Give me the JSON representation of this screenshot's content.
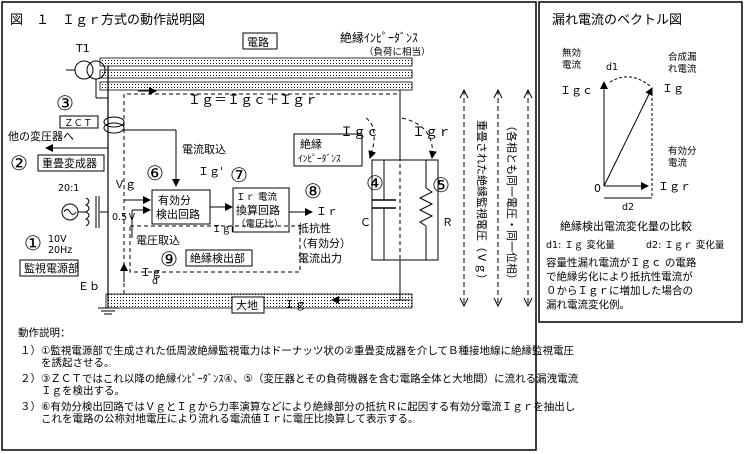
{
  "figure": {
    "title": "図　１　Ｉｇｒ方式の動作説明図",
    "labels": {
      "circuit": "電路",
      "insulation_impedance": "絶縁ｲﾝﾋﾟｰﾀﾞﾝｽ",
      "load_equiv": "（負荷に相当）",
      "t1": "T1",
      "zct": "ＺＣＴ",
      "to_other_transformer": "他の変圧器へ",
      "overlap_transformer": "重畳変成器",
      "ratio": "20:1",
      "vg": "Ｖｇ",
      "v05": "0.5Ｖ",
      "current_take": "電流取込",
      "ig_prime": "Ｉｇ'",
      "ig_dprime": "Ｉｇr'",
      "active_detect_line1": "有効分",
      "active_detect_line2": "検出回路",
      "ir_conv_line1": "Ｉｒ 電流",
      "ir_conv_line2": "換算回路",
      "ir_conv_line3": "（電圧比）",
      "ir": "Ｉｒ",
      "res_line1": "抵抗性",
      "res_line2": "（有効分）",
      "res_line3": "電流出力",
      "voltage_take": "電圧取込",
      "insul_detect": "絶縁検出部",
      "ig_eq": "Ｉｇ＝Ｉｇｃ＋Ｉｇｒ",
      "igc": "Ｉｇｃ",
      "igr": "Ｉｇｒ",
      "insul_box_line1": "絶縁",
      "insul_box_line2": "ｲﾝﾋﾟｰﾀﾞﾝｽ",
      "c": "Ｃ",
      "r": "Ｒ",
      "v10": "10V",
      "hz20": "20Hz",
      "monitor_power": "監視電源部",
      "eb": "Ｅｂ",
      "igd": "Ｉｇ",
      "d_sub": "d",
      "earth": "大地",
      "ig_earth": "Ｉｇ",
      "vert_line1": "重畳された絶縁監視電圧（Ｖｇ）",
      "vert_line2": "（各相とも同一電圧・同一位相）",
      "n1": "①",
      "n2": "②",
      "n3": "③",
      "n4": "④",
      "n5": "⑤",
      "n6": "⑥",
      "n7": "⑦",
      "n8": "⑧",
      "n9": "⑨"
    },
    "explanation": {
      "heading": "動作説明：",
      "lines": [
        "１）①監視電源部で生成された低周波絶縁監視電力はドーナッツ状の②重畳変成器を介してＢ種接地線に絶縁監視電圧",
        "　　を誘起させる。",
        "２）③ＺＣＴではこれ以降の絶縁ｲﾝﾋﾟｰﾀﾞﾝｽ④、⑤（変圧器とその負荷機器を含む電路全体と大地間）に流れる漏洩電流",
        "　　Ｉｇを検出する。",
        "３）⑥有効分検出回路ではＶｇとＩｇから力率演算などにより絶縁部分の抵抗Ｒに起因する有効分電流Ｉｇｒを抽出し",
        "　　これを電路の公称対地電圧により流れる電流値Ｉｒに電圧比換算して表示する。"
      ]
    }
  },
  "vector": {
    "title": "漏れ電流のベクトル図",
    "reactive_line1": "無効",
    "reactive_line2": "電流",
    "combined_line1": "合成漏",
    "combined_line2": "れ電流",
    "igc": "Ｉｇｃ",
    "ig": "Ｉｇ",
    "d1": "d1",
    "active_line1": "有効分",
    "active_line2": "電流",
    "origin": "0",
    "d2": "d2",
    "igr": "Ｉｇｒ",
    "change_title": "絶縁検出電流変化量の比較",
    "legend_d1": "d1:  Ｉｇ 変化量",
    "legend_d2": "d2:  Ｉｇｒ 変化量",
    "note_lines": [
      "容量性漏れ電流がＩｇｃ の電路",
      "で絶縁劣化により抵抗性電流が",
      "０からＩｇｒに増加した場合の",
      "漏れ電流変化例。"
    ]
  }
}
